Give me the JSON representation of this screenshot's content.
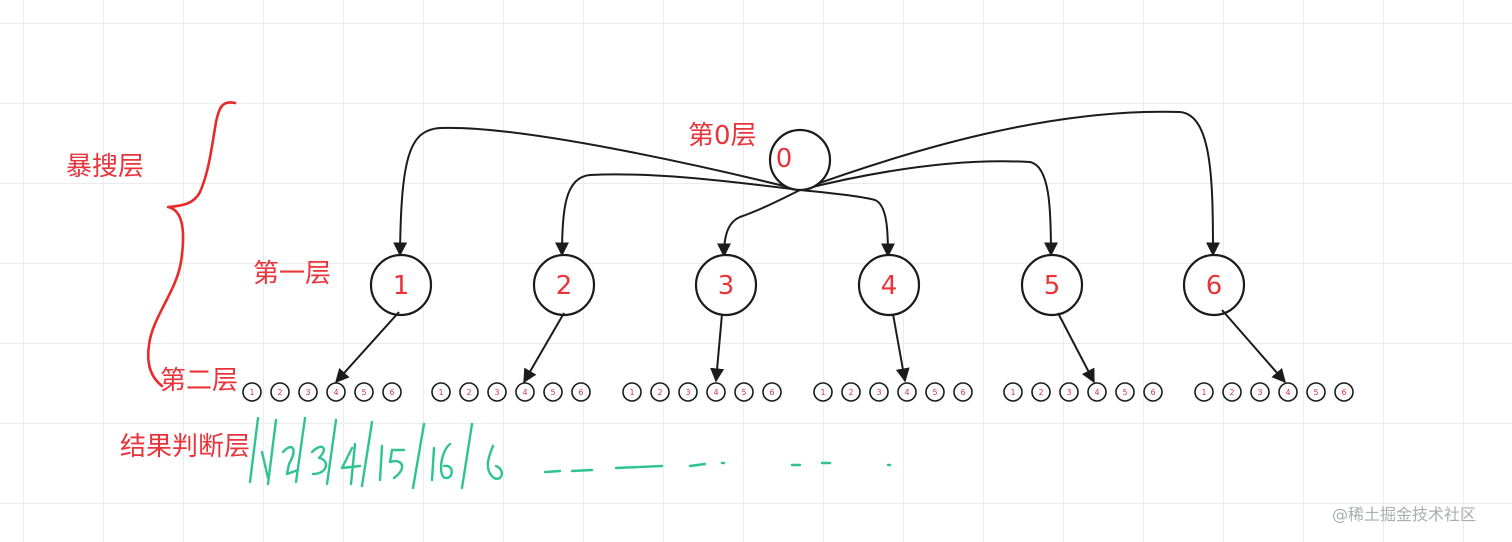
{
  "labels": {
    "brute_layer": "暴搜层",
    "layer0": "第0层",
    "layer1": "第一层",
    "layer2": "第二层",
    "result_layer": "结果判断层"
  },
  "root": "0",
  "first_layer": [
    "1",
    "2",
    "3",
    "4",
    "5",
    "6"
  ],
  "second_layer": [
    "1",
    "2",
    "3",
    "4",
    "5",
    "6"
  ],
  "handwritten_result": "1|2|3|4|5|6 ------- ",
  "watermark": "@稀土掘金技术社区",
  "colors": {
    "label": "#e8343a",
    "brace": "#e82a2a",
    "handwriting": "#2fc48f",
    "stroke": "#1b1b1b"
  }
}
